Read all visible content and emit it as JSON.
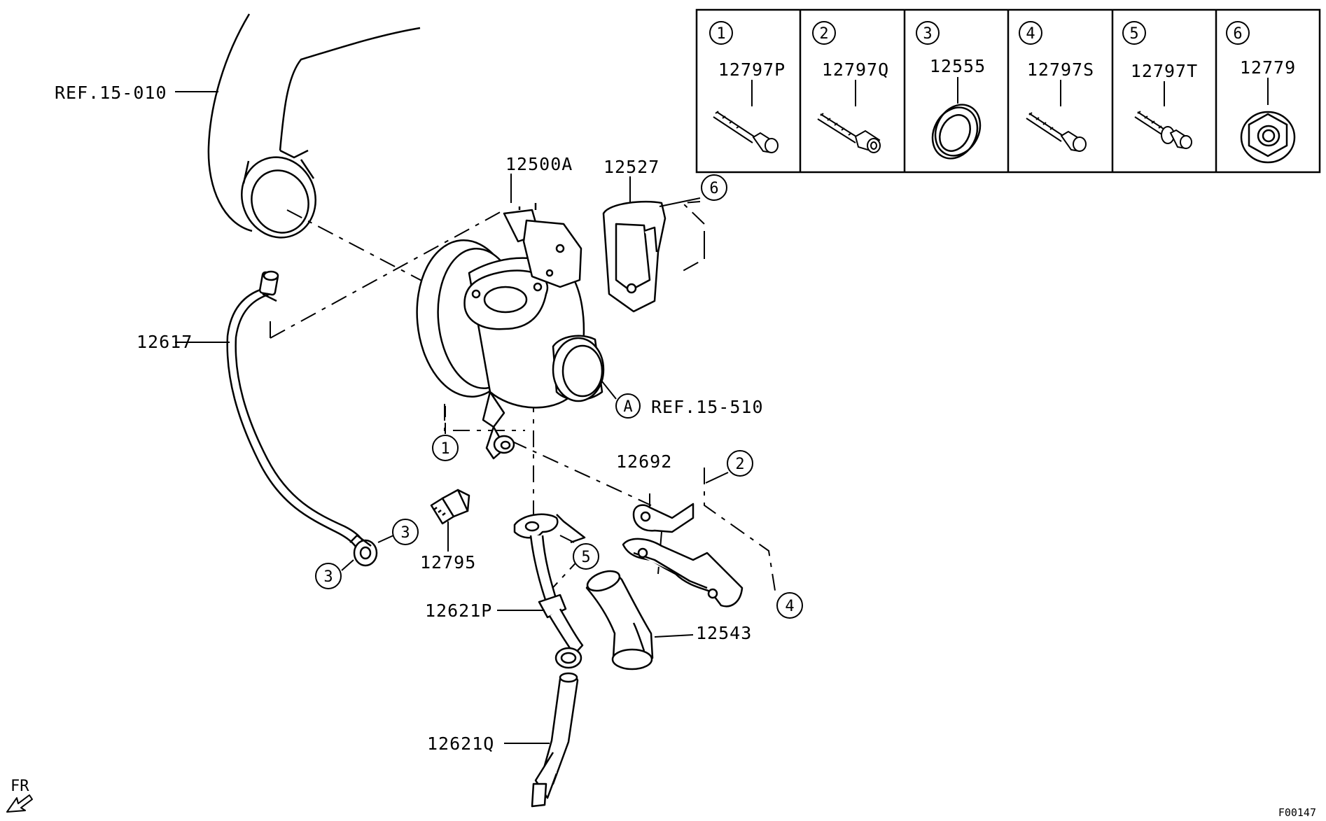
{
  "diagram": {
    "drawing_id": "F00147",
    "direction": {
      "arrow_label": "FR"
    }
  },
  "fastener_table": {
    "columns": [
      {
        "index": "1",
        "part": "12797P",
        "icon": "flange-bolt-icon"
      },
      {
        "index": "2",
        "part": "12797Q",
        "icon": "socket-head-bolt-icon"
      },
      {
        "index": "3",
        "part": "12555",
        "icon": "washer-icon"
      },
      {
        "index": "4",
        "part": "12797S",
        "icon": "flange-bolt-icon"
      },
      {
        "index": "5",
        "part": "12797T",
        "icon": "bolt-with-washer-icon"
      },
      {
        "index": "6",
        "part": "12779",
        "icon": "flange-nut-icon"
      }
    ]
  },
  "callouts": {
    "ref_intake": "REF.15-010",
    "ref_outlet": "REF.15-510",
    "ref_outlet_marker": "A",
    "turbo": "12500A",
    "gasket_12527": "12527",
    "oil_pipe": "12617",
    "fitting": "12795",
    "bracket": "12692",
    "tube_upper": "12621P",
    "tube_lower": "12621Q",
    "hose": "12543",
    "marker_1": "1",
    "marker_2": "2",
    "marker_3a": "3",
    "marker_3b": "3",
    "marker_4": "4",
    "marker_5": "5",
    "marker_6": "6"
  }
}
